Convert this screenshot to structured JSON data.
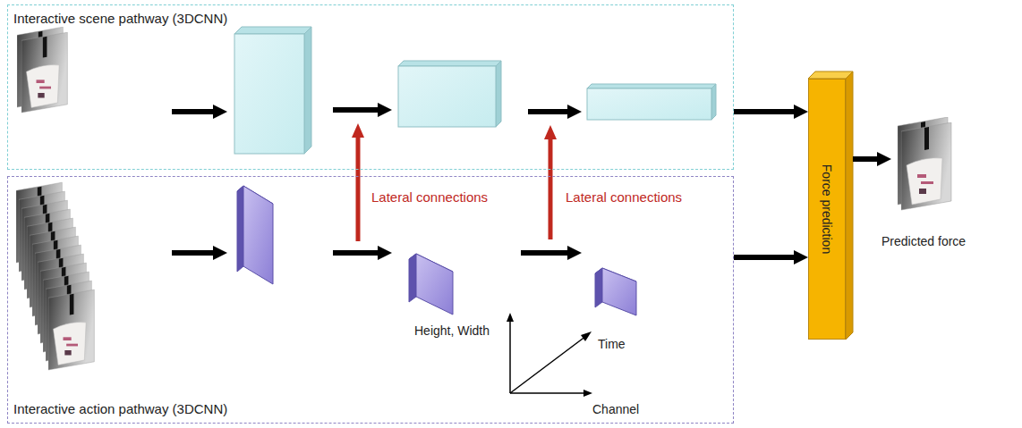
{
  "diagram": {
    "nodes": [
      {
        "text": [
          "Interactive scene pathway (3DCNN)"
        ]
      },
      {
        "text": [
          "Interactive action pathway (3DCNN)"
        ]
      },
      {
        "text": [
          "Force prediction"
        ]
      }
    ],
    "edges": [
      {
        "from": 0,
        "to": 2,
        "arrow": "to"
      },
      {
        "from": 1,
        "to": 2,
        "arrow": "to"
      }
    ],
    "labels": [
      "Lateral connections",
      "Lateral connections",
      "Height, Width",
      "Time",
      "Channel",
      "Predicted force"
    ]
  }
}
